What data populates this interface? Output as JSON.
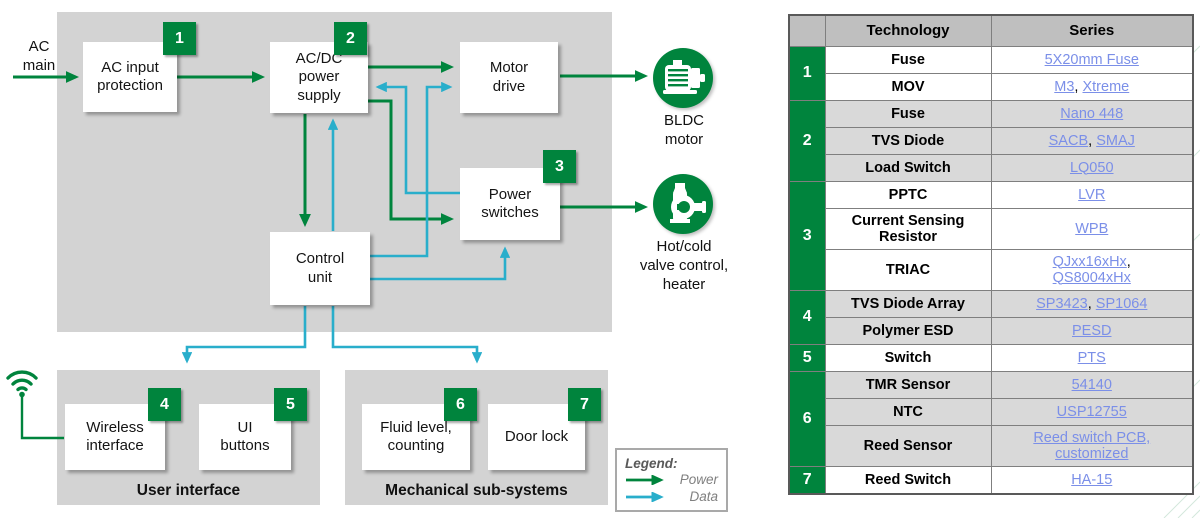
{
  "colors": {
    "green": "#00843D",
    "cyan": "#29AECB",
    "panel_gray": "#D3D3D3",
    "header_gray": "#BFBFBF",
    "row_gray": "#D9D9D9",
    "link_blue": "#7B8FE8"
  },
  "diagram": {
    "input_label": "AC\nmain",
    "blocks": {
      "ac_input": {
        "label": "AC input\nprotection",
        "badge": "1"
      },
      "acdc": {
        "label": "AC/DC\npower\nsupply",
        "badge": "2"
      },
      "motor_drive": {
        "label": "Motor\ndrive"
      },
      "power_switches": {
        "label": "Power\nswitches",
        "badge": "3"
      },
      "control_unit": {
        "label": "Control\nunit"
      },
      "wireless": {
        "label": "Wireless\ninterface",
        "badge": "4"
      },
      "ui_buttons": {
        "label": "UI\nbuttons",
        "badge": "5"
      },
      "fluid": {
        "label": "Fluid level,\ncounting",
        "badge": "6"
      },
      "door_lock": {
        "label": "Door lock",
        "badge": "7"
      }
    },
    "outputs": {
      "bldc": {
        "label": "BLDC\nmotor"
      },
      "valve": {
        "label": "Hot/cold\nvalve control,\nheater"
      }
    },
    "panels": {
      "user_interface": {
        "label": "User interface"
      },
      "mechanical": {
        "label": "Mechanical sub-systems"
      }
    },
    "legend": {
      "title": "Legend:",
      "power": "Power",
      "data": "Data"
    }
  },
  "table": {
    "headers": {
      "technology": "Technology",
      "series": "Series"
    },
    "comma": ",",
    "sep": ", ",
    "groups": [
      {
        "num": "1",
        "rows": [
          {
            "tech": "Fuse",
            "series": [
              "5X20mm Fuse"
            ]
          },
          {
            "tech": "MOV",
            "series": [
              "M3",
              "Xtreme"
            ]
          }
        ]
      },
      {
        "num": "2",
        "rows": [
          {
            "tech": "Fuse",
            "series": [
              "Nano 448"
            ]
          },
          {
            "tech": "TVS Diode",
            "series": [
              "SACB",
              "SMAJ"
            ]
          },
          {
            "tech": "Load Switch",
            "series": [
              "LQ050"
            ]
          }
        ]
      },
      {
        "num": "3",
        "rows": [
          {
            "tech": "PPTC",
            "series": [
              "LVR"
            ]
          },
          {
            "tech": "Current Sensing Resistor",
            "series": [
              "WPB"
            ]
          },
          {
            "tech": "TRIAC",
            "series": [
              "QJxx16xHx",
              "QS8004xHx"
            ]
          }
        ]
      },
      {
        "num": "4",
        "rows": [
          {
            "tech": "TVS Diode Array",
            "series": [
              "SP3423",
              "SP1064"
            ]
          },
          {
            "tech": "Polymer ESD",
            "series": [
              "PESD"
            ]
          }
        ]
      },
      {
        "num": "5",
        "rows": [
          {
            "tech": "Switch",
            "series": [
              "PTS"
            ]
          }
        ]
      },
      {
        "num": "6",
        "rows": [
          {
            "tech": "TMR Sensor",
            "series": [
              "54140"
            ]
          },
          {
            "tech": "NTC",
            "series": [
              "USP12755"
            ]
          },
          {
            "tech": "Reed Sensor",
            "series": [
              "Reed switch PCB, customized"
            ]
          }
        ]
      },
      {
        "num": "7",
        "rows": [
          {
            "tech": "Reed Switch",
            "series": [
              "HA-15"
            ]
          }
        ]
      }
    ]
  }
}
